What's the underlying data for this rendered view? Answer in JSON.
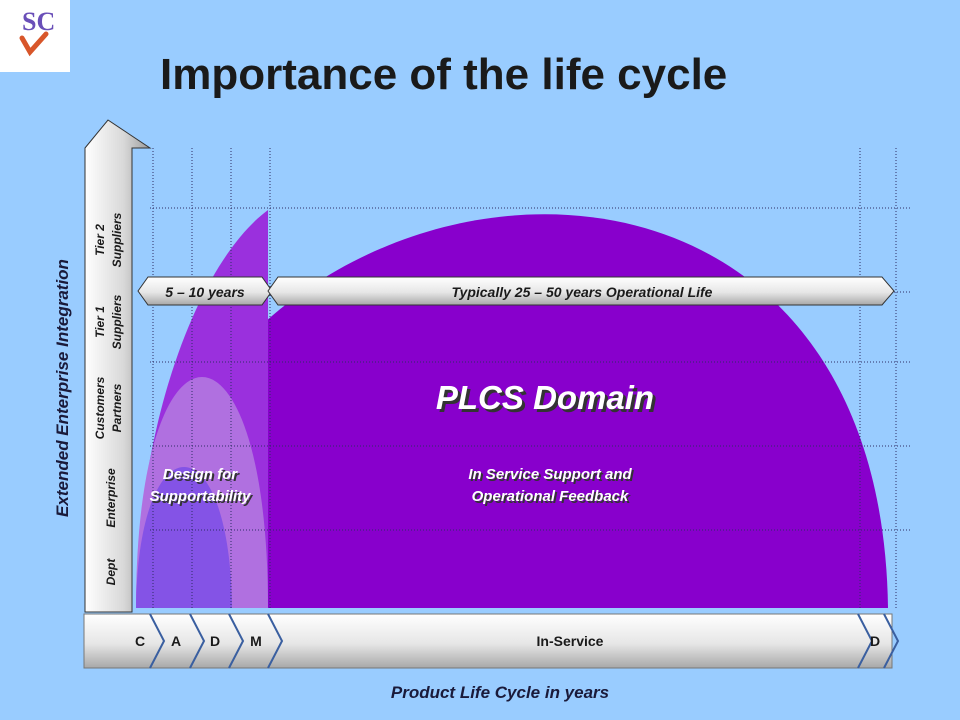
{
  "title": "Importance of the life cycle",
  "logo": {
    "text": "SC",
    "icon": "sc-logo"
  },
  "y_axis": {
    "title": "Extended Enterprise Integration",
    "levels": [
      {
        "line1": "Dept",
        "line2": ""
      },
      {
        "line1": "Enterprise",
        "line2": ""
      },
      {
        "line1": "Customers",
        "line2": "Partners"
      },
      {
        "line1": "Tier 1",
        "line2": "Suppliers"
      },
      {
        "line1": "Tier 2",
        "line2": "Suppliers"
      }
    ]
  },
  "x_axis": {
    "title": "Product Life Cycle in years",
    "phases": [
      "C",
      "A",
      "D",
      "M",
      "In-Service",
      "D"
    ]
  },
  "timeline": {
    "short": "5 – 10 years",
    "long": "Typically 25 – 50 years Operational Life"
  },
  "domain": {
    "title": "PLCS Domain",
    "design_line1": "Design for",
    "design_line2": "Supportability",
    "service_line1": "In Service Support and",
    "service_line2": "Operational Feedback"
  },
  "colors": {
    "background": "#99ccff",
    "dome": "#8800cc",
    "design_ellipse": "#b070e0",
    "inner_blue": "#7c4ee6",
    "grid": "#2e2e66"
  }
}
